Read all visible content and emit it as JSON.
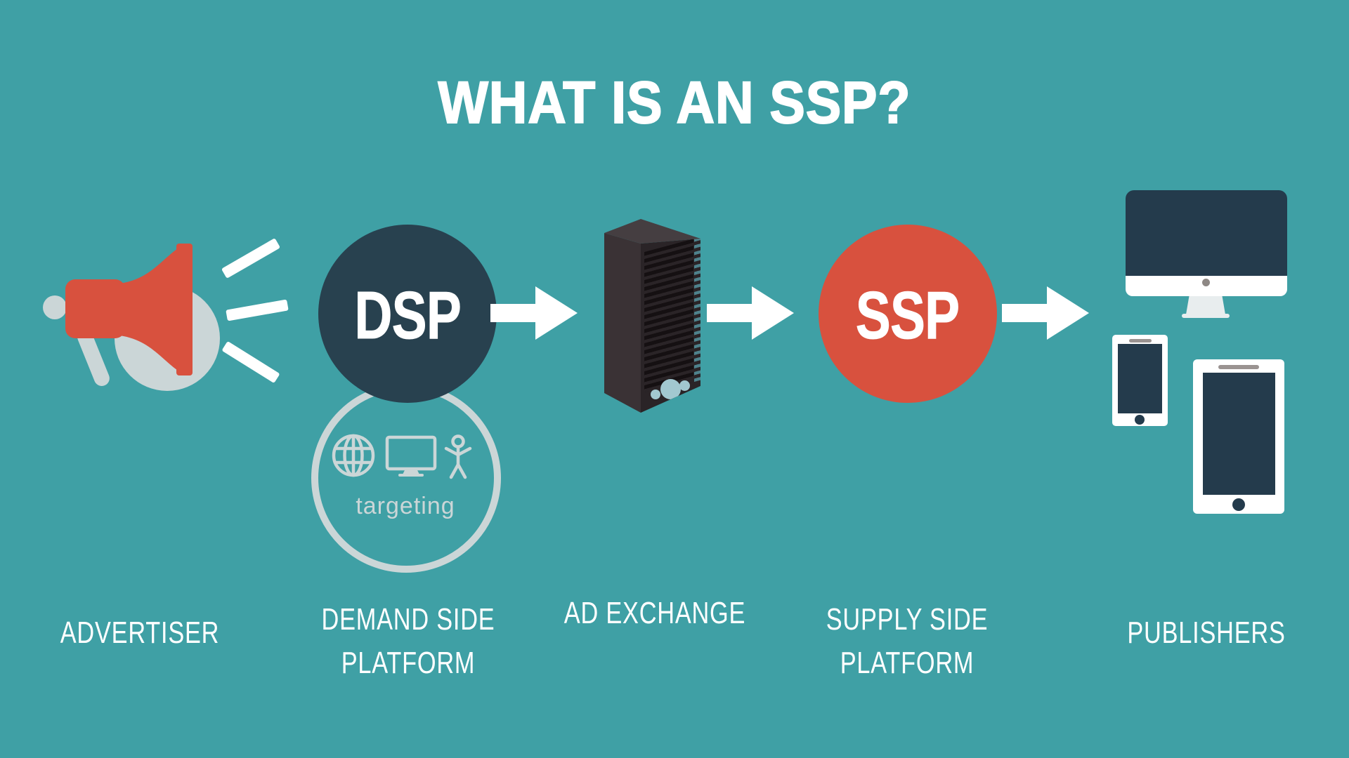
{
  "title": "WHAT IS AN SSP?",
  "colors": {
    "bg": "#3FA0A5",
    "navy": "#28414F",
    "red": "#D8513E",
    "gray": "#CBD6D7",
    "white": "#FFFFFF",
    "screen": "#243B4C",
    "server-top": "#453E41",
    "server-side": "#3A3235",
    "server-front": "#2A2427",
    "slat": "#151012",
    "vent": "#4E828C",
    "server-dot": "#A2C8D0",
    "device-trim": "#9A9391",
    "stand": "#E8EDEE"
  },
  "nodes": {
    "advertiser": {
      "label": "ADVERTISER",
      "icon": "megaphone-icon"
    },
    "dsp": {
      "abbr": "DSP",
      "label": [
        "DEMAND SIDE",
        "PLATFORM"
      ],
      "targeting_label": "targeting",
      "targeting_icons": [
        "globe-icon",
        "monitor-icon",
        "person-icon"
      ]
    },
    "ad_exchange": {
      "label": "AD EXCHANGE",
      "icon": "server-tower-icon"
    },
    "ssp": {
      "abbr": "SSP",
      "label": [
        "SUPPLY SIDE",
        "PLATFORM"
      ]
    },
    "publishers": {
      "label": "PUBLISHERS",
      "icons": [
        "desktop-icon",
        "smartphone-icon",
        "tablet-icon"
      ]
    }
  }
}
